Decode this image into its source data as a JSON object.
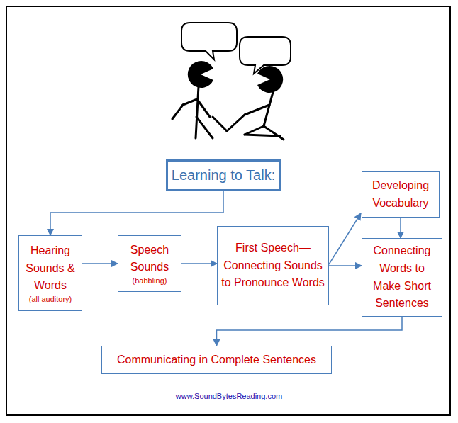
{
  "diagram": {
    "nodes": [
      {
        "text": [
          "Learning to Talk:"
        ]
      },
      {
        "text": [
          "Hearing Sounds & Words",
          "(all auditory)"
        ]
      },
      {
        "text": [
          "Speech Sounds",
          "(babbling)"
        ]
      },
      {
        "text": [
          "First Speech— Connecting Sounds to Pronounce Words"
        ]
      },
      {
        "text": [
          "Developing Vocabulary"
        ]
      },
      {
        "text": [
          "Connecting Words to Make Short Sentences"
        ]
      },
      {
        "text": [
          "Communicating in Complete Sentences"
        ]
      }
    ],
    "edges": [
      {
        "from": 0,
        "to": 1,
        "arrow": "to"
      },
      {
        "from": 1,
        "to": 2,
        "arrow": "to"
      },
      {
        "from": 2,
        "to": 3,
        "arrow": "to"
      },
      {
        "from": 3,
        "to": 4,
        "arrow": "to"
      },
      {
        "from": 3,
        "to": 5,
        "arrow": "to"
      },
      {
        "from": 4,
        "to": 5,
        "arrow": "to"
      },
      {
        "from": 5,
        "to": 6,
        "arrow": "to"
      }
    ],
    "labels": [
      "www.SoundBytesReading.com"
    ]
  }
}
